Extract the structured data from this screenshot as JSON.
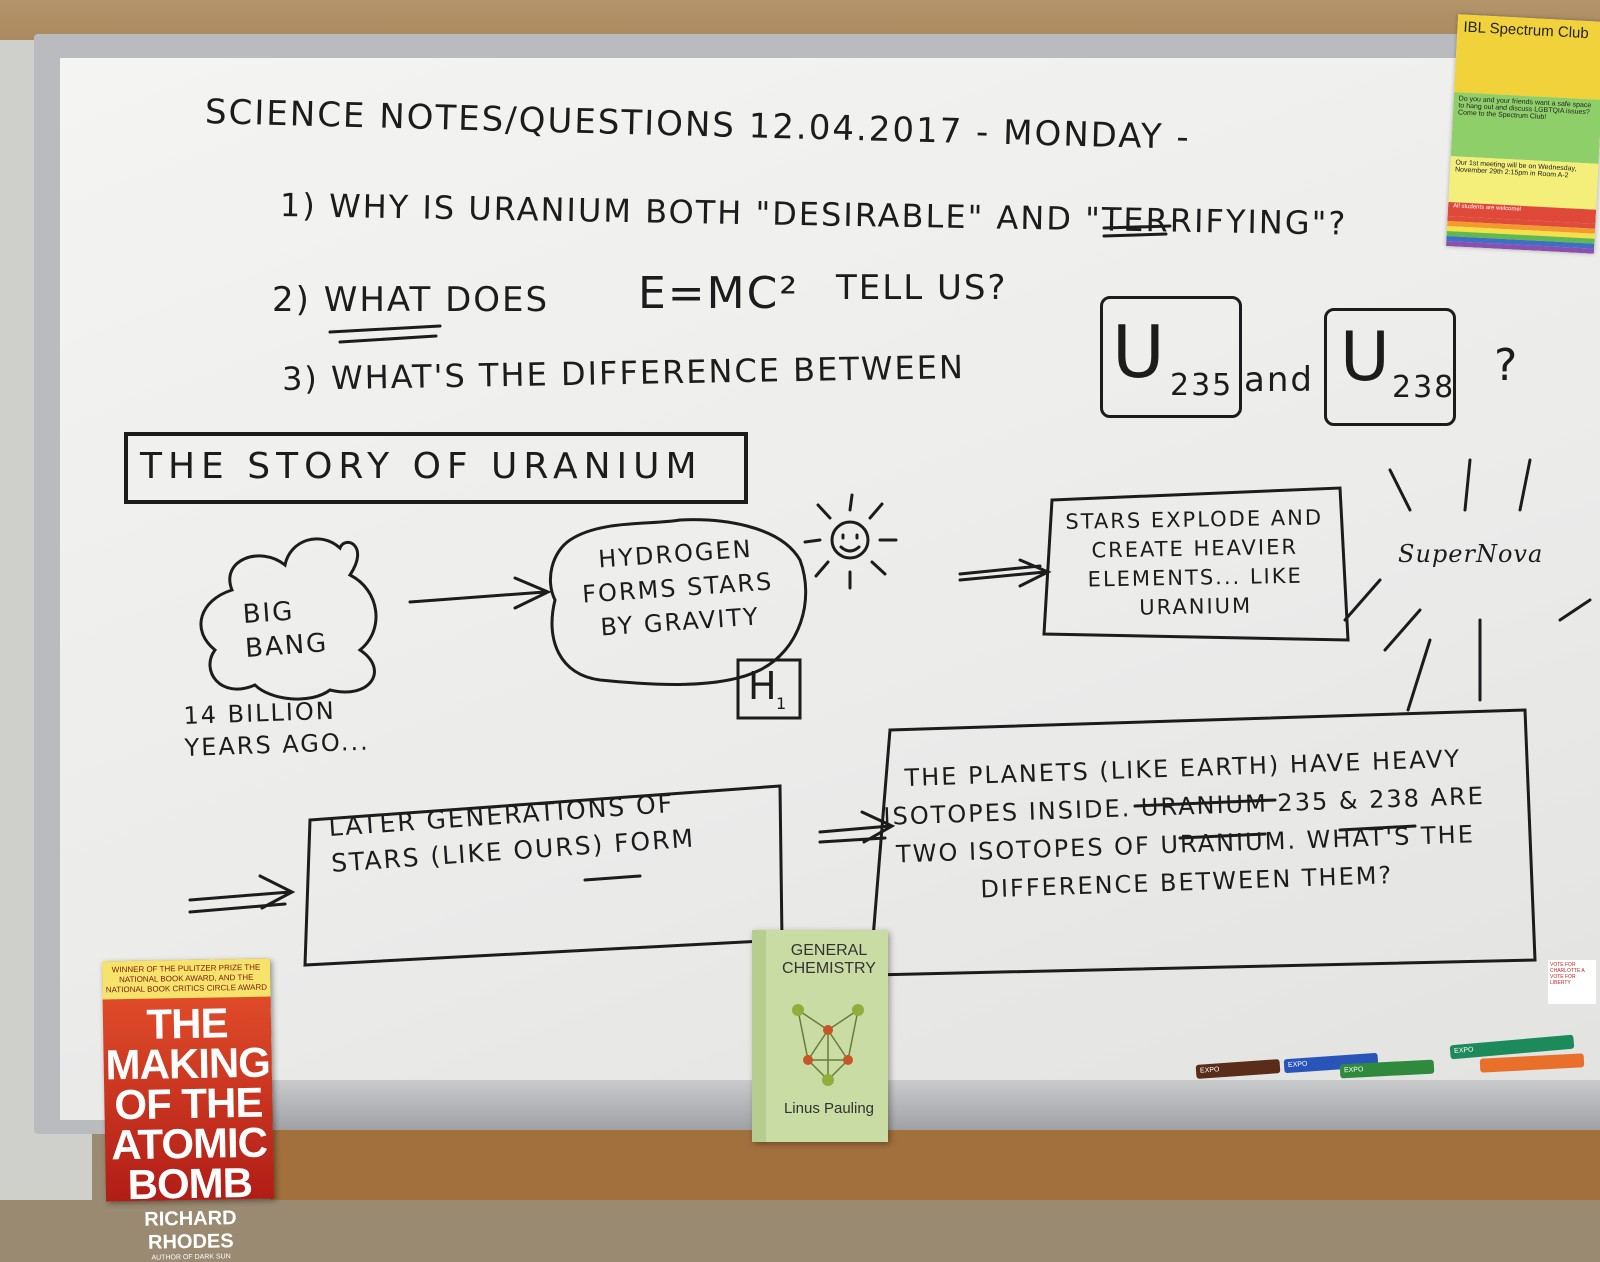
{
  "board": {
    "header": "SCIENCE NOTES/QUESTIONS 12.04.2017 - MONDAY -",
    "q1": "1) WHY IS URANIUM BOTH \"DESIRABLE\" AND \"TERRIFYING\"?",
    "q2a": "2) WHAT DOES",
    "q2b": "E=MC²",
    "q2c": "TELL US?",
    "q3": "3) WHAT'S THE DIFFERENCE BETWEEN",
    "u235_symbol": "U",
    "u235_num": "235",
    "q3_and": "and",
    "u238_symbol": "U",
    "u238_num": "238",
    "q3_end": "?",
    "story_title": "THE STORY OF URANIUM",
    "big_bang": "BIG BANG",
    "years_ago": "14 BILLION YEARS AGO...",
    "hydrogen": "HYDROGEN FORMS STARS BY GRAVITY",
    "h_symbol": "H",
    "h_num": "1",
    "stars_explode": "STARS EXPLODE AND CREATE HEAVIER ELEMENTS... LIKE URANIUM",
    "supernova": "SuperNova",
    "later_gen": "LATER GENERATIONS OF STARS (LIKE OURS) FORM",
    "planets": "THE PLANETS (LIKE EARTH) HAVE HEAVY ISOTOPES INSIDE. URANIUM 235 & 238 ARE TWO ISOTOPES OF URANIUM. WHAT'S THE DIFFERENCE BETWEEN THEM?"
  },
  "poster": {
    "title": "IBL Spectrum Club",
    "body": "Do you and your friends want a safe space to hang out and discuss LGBTQIA issues? Come to the Spectrum Club!",
    "meeting": "Our 1st meeting will be on Wednesday, November 29th 2:15pm in Room A-2",
    "welcome": "All students are welcome!"
  },
  "book_atomic": {
    "award": "WINNER OF THE PULITZER PRIZE THE NATIONAL BOOK AWARD, AND THE NATIONAL BOOK CRITICS CIRCLE AWARD",
    "title": "THE MAKING OF THE ATOMIC BOMB",
    "author": "RICHARD RHODES",
    "byline": "AUTHOR OF DARK SUN"
  },
  "book_chem": {
    "title": "GENERAL CHEMISTRY",
    "author": "Linus Pauling"
  },
  "markers": [
    "EXPO",
    "EXPO",
    "EXPO",
    "EXPO"
  ],
  "small_note": "VOTE FOR CHARLOTTE A VOTE FOR LIBERTY"
}
